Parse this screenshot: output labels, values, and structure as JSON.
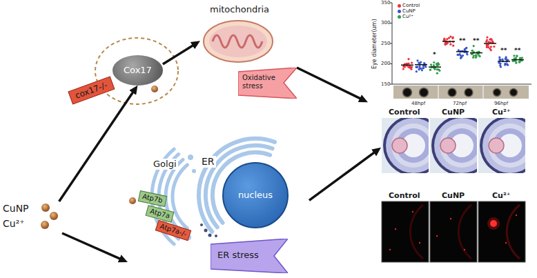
{
  "diagram": {
    "nodes": [
      {
        "text": [
          "cox17-/-"
        ]
      },
      {
        "text": [
          "Cox17"
        ]
      },
      {
        "text": [
          "mitochondria"
        ]
      },
      {
        "text": [
          "Oxidative stress"
        ]
      },
      {
        "text": [
          "Eye diameter(um)"
        ]
      },
      {
        "text": [
          "CuNP",
          "Cu²⁺"
        ]
      },
      {
        "text": [
          "Golgi"
        ]
      },
      {
        "text": [
          "Atp7b"
        ],
        "in": 6
      },
      {
        "text": [
          "Atp7a"
        ],
        "in": 6
      },
      {
        "text": [
          "Atp7a-/-"
        ],
        "in": 6
      },
      {
        "text": [
          "ER"
        ]
      },
      {
        "text": [
          "nucleus"
        ],
        "in": 10
      },
      {
        "text": [
          "ER stress"
        ]
      },
      {
        "text": [
          "Control",
          "CuNP",
          "Cu²⁺"
        ]
      }
    ],
    "edges": [
      {
        "from": 5,
        "to": 1,
        "arrow": "to"
      },
      {
        "from": 5,
        "to": 6,
        "arrow": "to"
      },
      {
        "from": 1,
        "to": 2,
        "arrow": "to"
      },
      {
        "from": 3,
        "to": 4,
        "arrow": "to"
      },
      {
        "from": 10,
        "to": 13,
        "arrow": "to"
      }
    ],
    "labels": [
      "350",
      "300",
      "250",
      "200",
      "150",
      "*",
      "**",
      "**",
      "**",
      "**",
      "48hpf",
      "72hpf",
      "96hpf",
      "Control",
      "CuNP",
      "Cu²⁺"
    ],
    "legend": [
      {
        "text": "Control",
        "color": "#e8323c"
      },
      {
        "text": "CuNP",
        "color": "#3657c8"
      },
      {
        "text": "Cu²⁺",
        "color": "#2f9e4a"
      }
    ]
  }
}
